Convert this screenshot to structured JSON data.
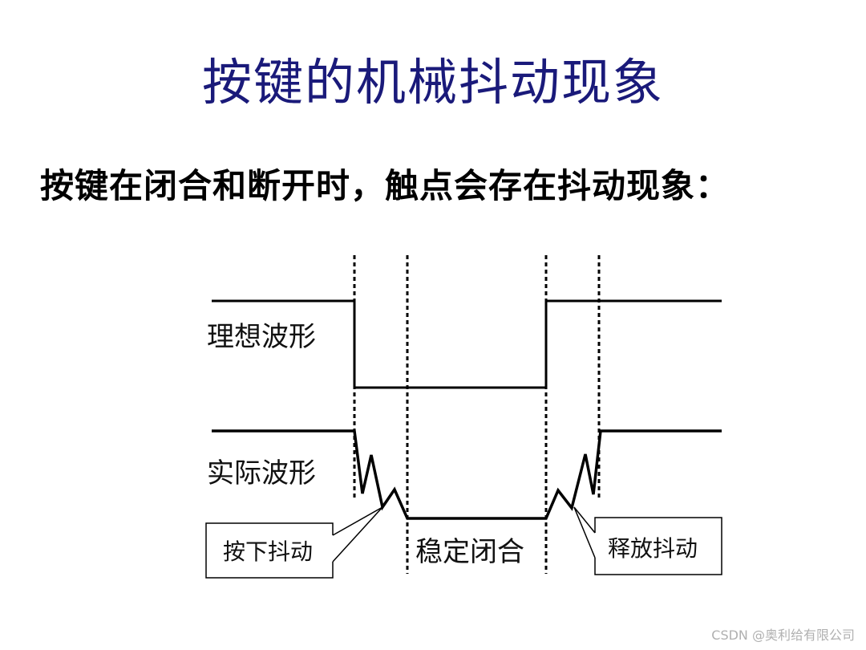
{
  "title": "按键的机械抖动现象",
  "subtitle": "按键在闭合和断开时，触点会存在抖动现象：",
  "diagram": {
    "ideal_label": "理想波形",
    "actual_label": "实际波形",
    "press_bounce_label": "按下抖动",
    "stable_closed_label": "稳定闭合",
    "release_bounce_label": "释放抖动",
    "line_color": "#000000",
    "title_color": "#1a1a7a"
  },
  "watermark": "CSDN @奥利给有限公司"
}
